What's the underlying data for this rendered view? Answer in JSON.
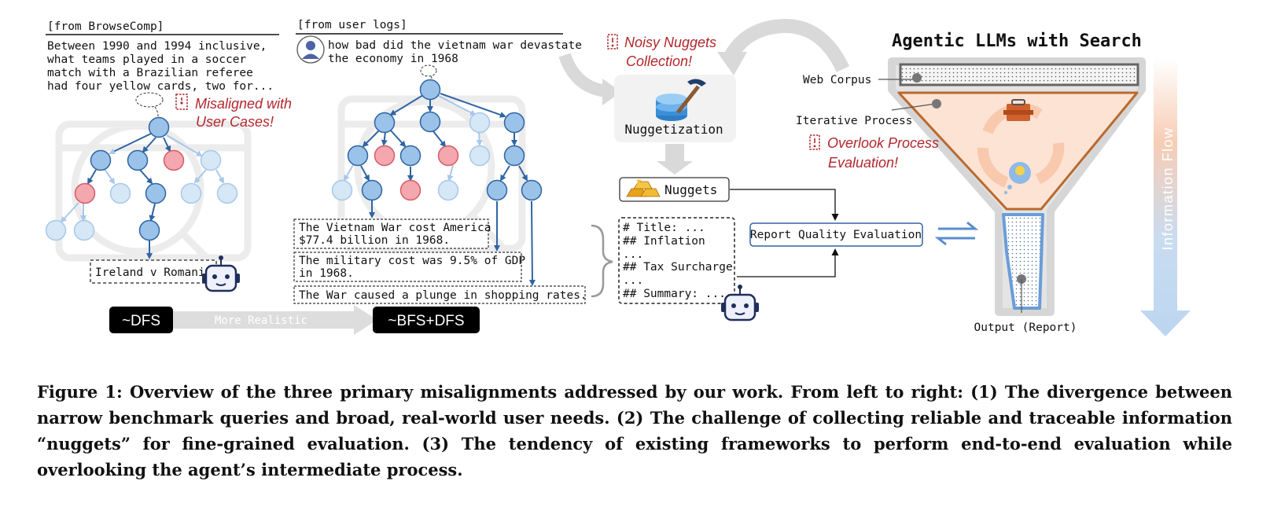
{
  "left_panel": {
    "source_label": "[from BrowseComp]",
    "query_lines": [
      "Between 1990 and 1994 inclusive,",
      "what teams played in a soccer",
      "match with a Brazilian referee",
      "had four yellow cards, two for..."
    ],
    "issue_lines": [
      "Misaligned with",
      "User Cases!"
    ],
    "answer": "Ireland v Romania",
    "search_label": "~DFS"
  },
  "middle_panel": {
    "source_label": "[from user logs]",
    "query_lines": [
      "how bad did the vietnam war devastate",
      "the economy in 1968"
    ],
    "facts": [
      {
        "lines": [
          "The Vietnam War cost America",
          "$77.4 billion in 1968."
        ]
      },
      {
        "lines": [
          "The military cost was 9.5% of GDP",
          "in 1968."
        ]
      },
      {
        "lines": [
          "The War caused a plunge in shopping rates."
        ]
      }
    ],
    "search_label": "~BFS+DFS"
  },
  "arrow_label": "More Realistic",
  "nugget_panel": {
    "issue_lines": [
      "Noisy Nuggets",
      "Collection!"
    ],
    "process_label": "Nuggetization",
    "nuggets_label": "Nuggets",
    "report_lines": [
      "# Title: ...",
      "## Inflation",
      "...",
      "## Tax Surcharge",
      "...",
      "## Summary: ..."
    ],
    "evaluation_label": "Report Quality Evaluation"
  },
  "funnel_panel": {
    "title": "Agentic LLMs with Search",
    "web_corpus_label": "Web Corpus",
    "iterative_label": "Iterative Process",
    "issue_lines": [
      "Overlook Process",
      "Evaluation!"
    ],
    "output_label": "Output (Report)",
    "flow_label": "Information Flow"
  },
  "caption": "Figure 1: Overview of the three primary misalignments addressed by our work. From left to right: (1) The divergence between narrow benchmark queries and broad, real-world user needs. (2) The challenge of collecting reliable and traceable information “nuggets” for fine-grained evaluation. (3) The tendency of existing frameworks to perform end-to-end evaluation while overlooking the agent’s intermediate process.",
  "colors": {
    "node_dark": "#9bc2e8",
    "node_light": "#d6e7f6",
    "node_red": "#f4a7ae",
    "edge": "#2f65a3",
    "issue_red": "#b2272d",
    "funnel_fill": "#fde3d4",
    "funnel_stroke": "#b96a2e"
  }
}
